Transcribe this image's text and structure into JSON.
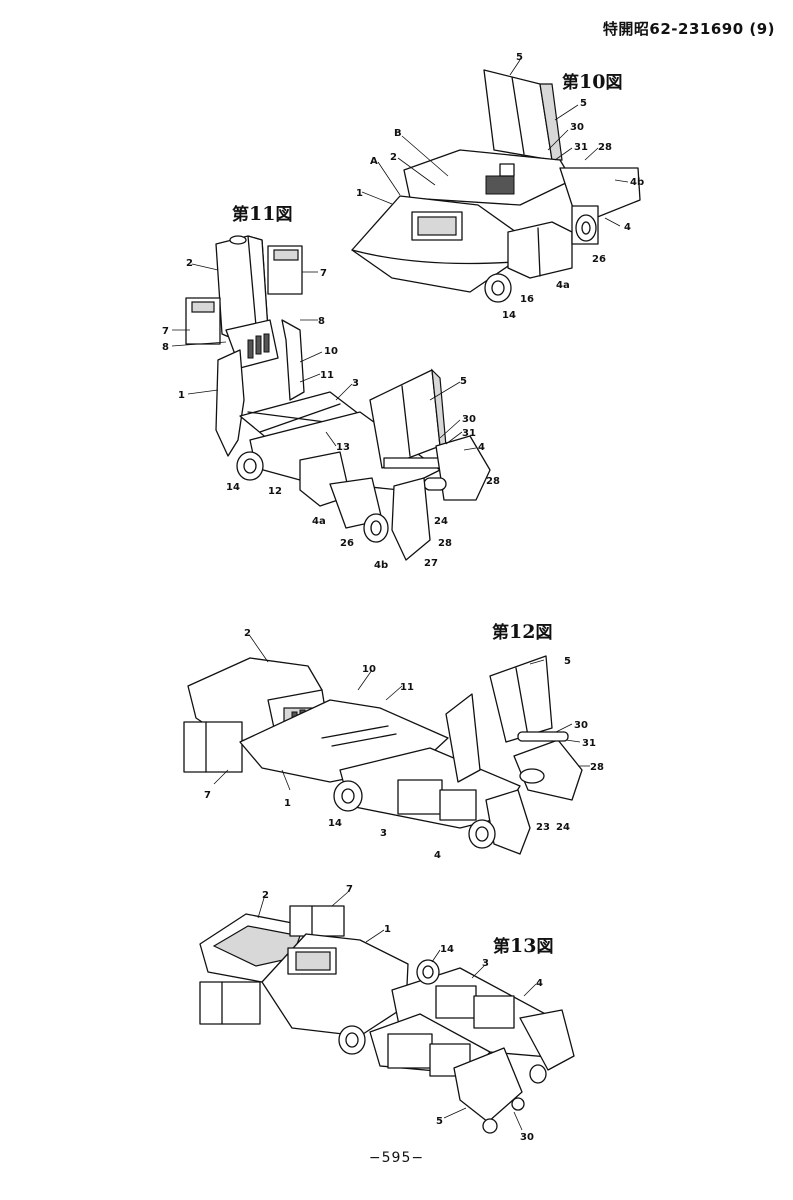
{
  "header": {
    "publication": "特開昭62-231690 (9)"
  },
  "figures": {
    "fig10": {
      "title_prefix": "第",
      "title_num": "10",
      "title_suffix": "図",
      "labels": {
        "l5a": "5",
        "l5b": "5",
        "l30": "30",
        "l31": "31",
        "l28": "28",
        "lB": "B",
        "l2": "2",
        "lA": "A",
        "l1": "1",
        "l4b": "4b",
        "l4": "4",
        "l26": "26",
        "l4a": "4a",
        "l16": "16",
        "l14": "14"
      }
    },
    "fig11": {
      "title_prefix": "第",
      "title_num": "11",
      "title_suffix": "図",
      "labels": {
        "l2": "2",
        "l7a": "7",
        "l8a": "8",
        "l7b": "7",
        "l8b": "8",
        "l10": "10",
        "l11": "11",
        "l1": "1",
        "l3": "3",
        "l5": "5",
        "l30": "30",
        "l31": "31",
        "l4": "4",
        "l13": "13",
        "l28a": "28",
        "l14": "14",
        "l12": "12",
        "l24": "24",
        "l4a": "4a",
        "l26": "26",
        "l28b": "28",
        "l4b": "4b",
        "l27": "27"
      }
    },
    "fig12": {
      "title_prefix": "第",
      "title_num": "12",
      "title_suffix": "図",
      "labels": {
        "l2": "2",
        "l5": "5",
        "l10": "10",
        "l11": "11",
        "l30": "30",
        "l31": "31",
        "l28": "28",
        "l7": "7",
        "l1": "1",
        "l14": "14",
        "l3": "3",
        "l23": "23",
        "l24": "24",
        "l4": "4"
      }
    },
    "fig13": {
      "title_prefix": "第",
      "title_num": "13",
      "title_suffix": "図",
      "labels": {
        "l2": "2",
        "l7": "7",
        "l1": "1",
        "l14": "14",
        "l3": "3",
        "l4": "4",
        "l5": "5",
        "l30": "30"
      }
    }
  },
  "footer": {
    "page_number": "−595−"
  }
}
